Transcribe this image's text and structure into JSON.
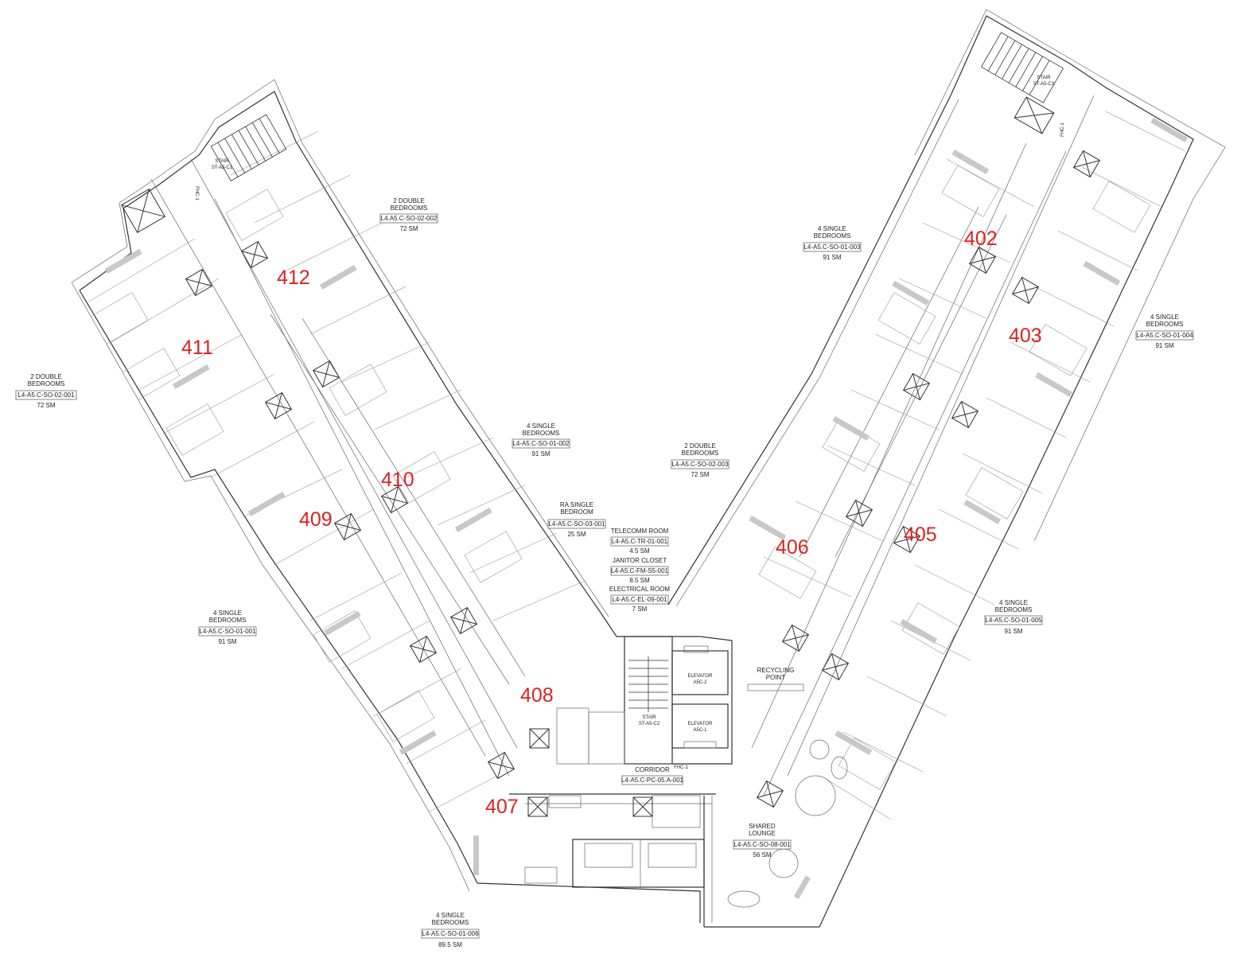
{
  "units": [
    {
      "id": "411",
      "label": "411"
    },
    {
      "id": "412",
      "label": "412"
    },
    {
      "id": "410",
      "label": "410"
    },
    {
      "id": "409",
      "label": "409"
    },
    {
      "id": "408",
      "label": "408"
    },
    {
      "id": "407",
      "label": "407"
    },
    {
      "id": "402",
      "label": "402"
    },
    {
      "id": "403",
      "label": "403"
    },
    {
      "id": "406",
      "label": "406"
    },
    {
      "id": "405",
      "label": "405"
    }
  ],
  "room_tags": [
    {
      "id": "tag-2db-001",
      "line1": "2 DOUBLE",
      "line2": "BEDROOMS",
      "code": "L4-A5.C-SO-02-001",
      "area": "72 SM"
    },
    {
      "id": "tag-2db-002",
      "line1": "2 DOUBLE",
      "line2": "BEDROOMS",
      "code": "L4.A5.C-SO-02-002",
      "area": "72 SM"
    },
    {
      "id": "tag-4sb-002",
      "line1": "4 SINGLE",
      "line2": "BEDROOMS",
      "code": "L4-A5.C-SO-01-002",
      "area": "91 SM"
    },
    {
      "id": "tag-ra",
      "line1": "RA SINGLE",
      "line2": "BEDROOM",
      "code": "L4-A5.C-SO-03-001",
      "area": "25 SM"
    },
    {
      "id": "tag-4sb-001",
      "line1": "4 SINGLE",
      "line2": "BEDROOMS",
      "code": "L4-A5.C-SO-01-001",
      "area": "91 SM"
    },
    {
      "id": "tag-4sb-006",
      "line1": "4 SINGLE",
      "line2": "BEDROOMS",
      "code": "L4-A5.C-SO-01-006",
      "area": "89.5 SM"
    },
    {
      "id": "tag-4sb-003",
      "line1": "4 SINGLE",
      "line2": "BEDROOMS",
      "code": "L4-A5.C-SO-01-003",
      "area": "91 SM"
    },
    {
      "id": "tag-4sb-004",
      "line1": "4 SINGLE",
      "line2": "BEDROOMS",
      "code": "L4-A5.C-SO-01-004",
      "area": "91 SM"
    },
    {
      "id": "tag-2db-003",
      "line1": "2 DOUBLE",
      "line2": "BEDROOMS",
      "code": "L4-A5.C-SO-02-003",
      "area": "72 SM"
    },
    {
      "id": "tag-4sb-005",
      "line1": "4 SINGLE",
      "line2": "BEDROOMS",
      "code": "L4-A5.C-SO-01-005",
      "area": "91 SM"
    },
    {
      "id": "tag-lounge",
      "line1": "SHARED",
      "line2": "LOUNGE",
      "code": "L4-A5.C-SO-08-001",
      "area": "56 SM"
    }
  ],
  "service_tags": [
    {
      "id": "tag-telecom",
      "title": "TELECOMM ROOM",
      "code": "L4-A5.C-TR-01-001",
      "area": "4.5 SM"
    },
    {
      "id": "tag-janitor",
      "title": "JANITOR CLOSET",
      "code": "L4-A5.C-FM-S5-001",
      "area": "8.5 SM"
    },
    {
      "id": "tag-electrical",
      "title": "ELECTRICAL ROOM",
      "code": "L4-A5.C-EL-09-001",
      "area": "7 SM"
    },
    {
      "id": "tag-corridor",
      "title": "CORRIDOR",
      "code": "L4-A5.C-PC-05.A-001",
      "area": ""
    }
  ],
  "small_labels": {
    "stair_c1_a": "STAIR",
    "stair_c1_b": "ST-A5-C1",
    "stair_c2_a": "STAIR",
    "stair_c2_b": "ST-A5-C2",
    "stair_c3_a": "STAIR",
    "stair_c3_b": "ST-A5-C3",
    "elev2_a": "ELEVATOR",
    "elev2_b": "A5C-2",
    "elev1_a": "ELEVATOR",
    "elev1_b": "A5C-1",
    "fhc_left": "FHC-1",
    "fhc_right": "FHC-1",
    "fhc_center": "FHC-1",
    "recycling_a": "RECYCLING",
    "recycling_b": "POINT"
  }
}
